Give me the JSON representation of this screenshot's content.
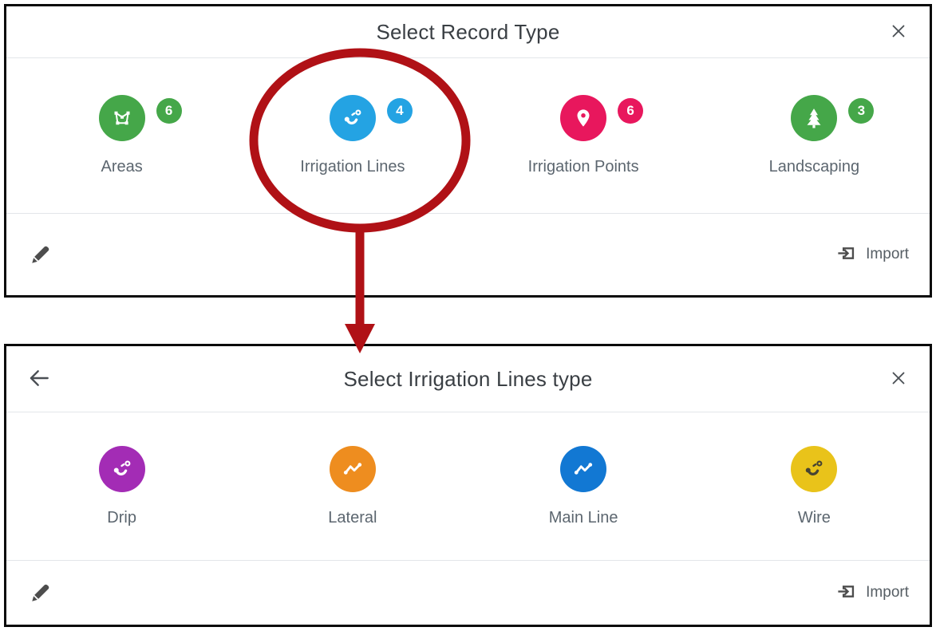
{
  "dialog_record_type": {
    "title": "Select Record Type",
    "items": [
      {
        "label": "Areas",
        "count": "6",
        "color": "#45a749",
        "glyph_color": "#ffffff",
        "icon": "polygon-area-icon"
      },
      {
        "label": "Irrigation Lines",
        "count": "4",
        "color": "#24a3e3",
        "glyph_color": "#ffffff",
        "icon": "curved-dashed-line-icon"
      },
      {
        "label": "Irrigation Points",
        "count": "6",
        "color": "#e8175d",
        "glyph_color": "#ffffff",
        "icon": "map-pin-icon"
      },
      {
        "label": "Landscaping",
        "count": "3",
        "color": "#45a749",
        "glyph_color": "#ffffff",
        "icon": "pine-tree-icon"
      }
    ],
    "footer": {
      "import_label": "Import"
    }
  },
  "dialog_irrigation_lines_type": {
    "title": "Select Irrigation Lines type",
    "items": [
      {
        "label": "Drip",
        "color": "#a32cb5",
        "glyph_color": "#ffffff",
        "icon": "curved-dashed-line-icon"
      },
      {
        "label": "Lateral",
        "color": "#ee8d1f",
        "glyph_color": "#ffffff",
        "icon": "zigzag-line-icon"
      },
      {
        "label": "Main Line",
        "color": "#1278d3",
        "glyph_color": "#ffffff",
        "icon": "zigzag-line-icon"
      },
      {
        "label": "Wire",
        "color": "#e9c31a",
        "glyph_color": "#474433",
        "icon": "curved-dashed-line-icon"
      }
    ],
    "footer": {
      "import_label": "Import"
    }
  },
  "annotation": {
    "highlight_color": "#b01116"
  }
}
